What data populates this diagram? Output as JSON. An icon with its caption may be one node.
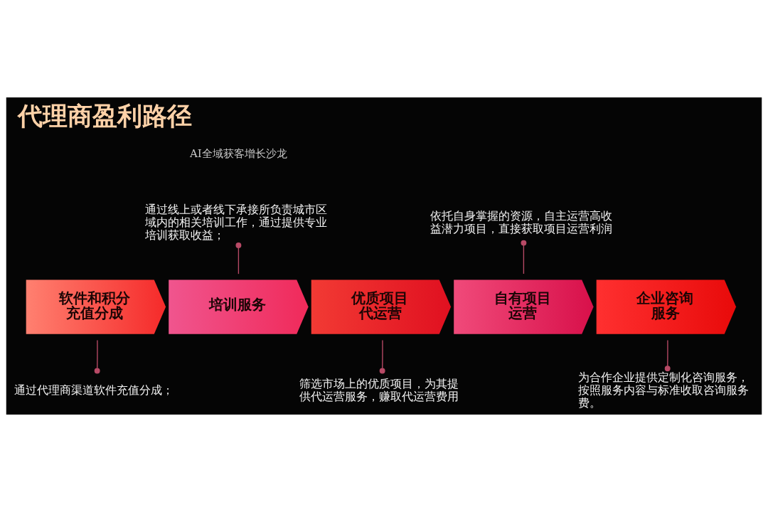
{
  "diagram": {
    "title": "代理商盈利路径",
    "nodes": [
      {
        "text": [
          "通过线上或者线下承接所负责城市区域内的相关培训工作，通过提供专业培训获取收益；"
        ]
      },
      {
        "text": [
          "依托自身掌握的资源，自主运营高收益潜力项目，直接获取项目运营利润"
        ]
      },
      {
        "text": [
          "软件和积分充值分成"
        ]
      },
      {
        "text": [
          "培训服务"
        ]
      },
      {
        "text": [
          "优质项目代运营"
        ]
      },
      {
        "text": [
          "自有项目运营"
        ]
      },
      {
        "text": [
          "企业咨询服务"
        ]
      },
      {
        "text": [
          "通过代理商渠道软件充值分成；"
        ]
      },
      {
        "text": [
          "筛选市场上的优质项目，为其提供代运营服务，赚取代运营费用"
        ]
      },
      {
        "text": [
          "为合作企业提供定制化咨询服务，按照服务内容与标准收取咨询服务费。"
        ]
      }
    ],
    "edges": [
      {
        "from": 0,
        "to": 3,
        "arrow": "other"
      },
      {
        "from": 1,
        "to": 5,
        "arrow": "other"
      },
      {
        "from": 7,
        "to": 2,
        "arrow": "other"
      },
      {
        "from": 8,
        "to": 4,
        "arrow": "other"
      },
      {
        "from": 9,
        "to": 6,
        "arrow": "other"
      }
    ],
    "labels": [
      "AI全域获客增长沙龙"
    ]
  }
}
